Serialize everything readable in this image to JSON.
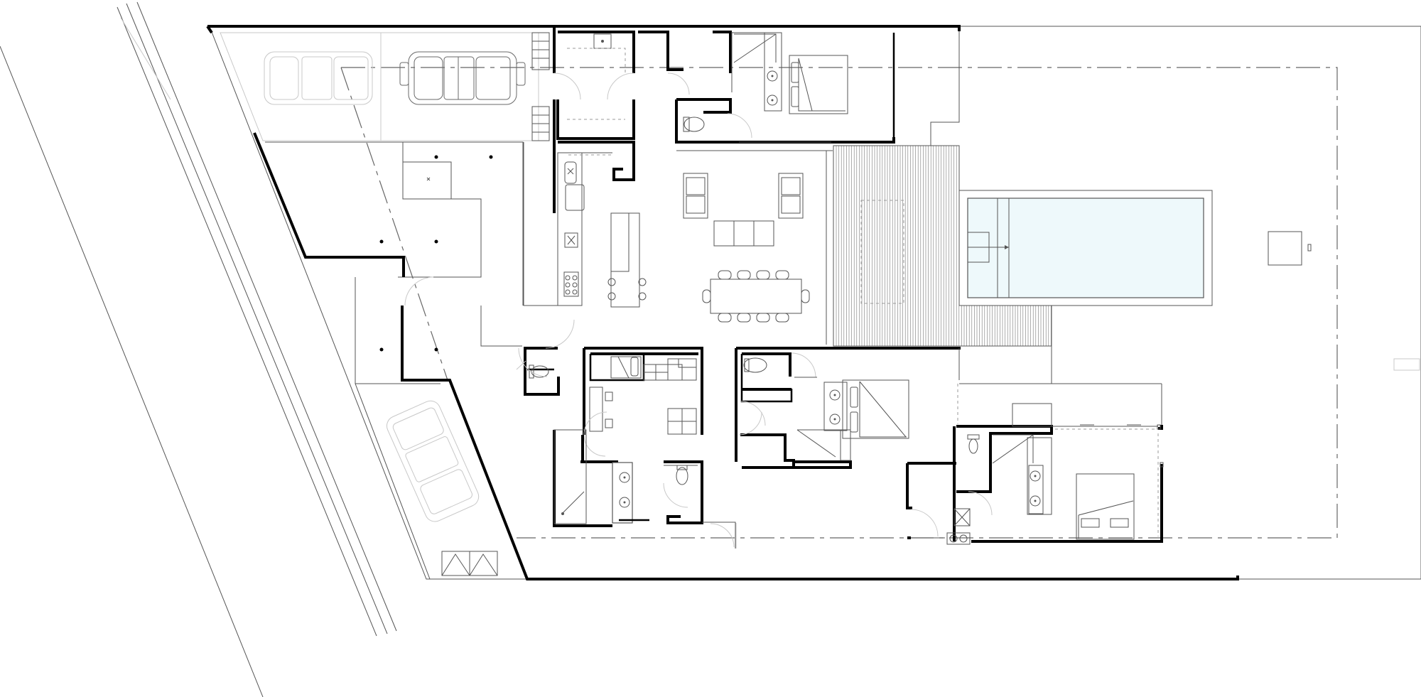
{
  "drawing": {
    "type": "architectural-floor-plan",
    "rooms": [
      "carport",
      "laundry",
      "kitchen",
      "living-area",
      "dining-area",
      "deck",
      "pool",
      "bedroom-1-ensuite",
      "bedroom-2",
      "bedroom-3",
      "master-bedroom",
      "bathroom",
      "powder-room",
      "outdoor-shower"
    ],
    "fixtures": [
      "car",
      "beds",
      "toilets",
      "basins",
      "sofas",
      "dining-table",
      "kitchen-island",
      "cooktop",
      "sink",
      "washer-dryer"
    ]
  },
  "colors": {
    "wall": "#000000",
    "fixture": "#555555",
    "ghost": "#c8c8c8",
    "pool_water": "#eef9fb",
    "deck_board": "#777777",
    "background": "#ffffff"
  }
}
